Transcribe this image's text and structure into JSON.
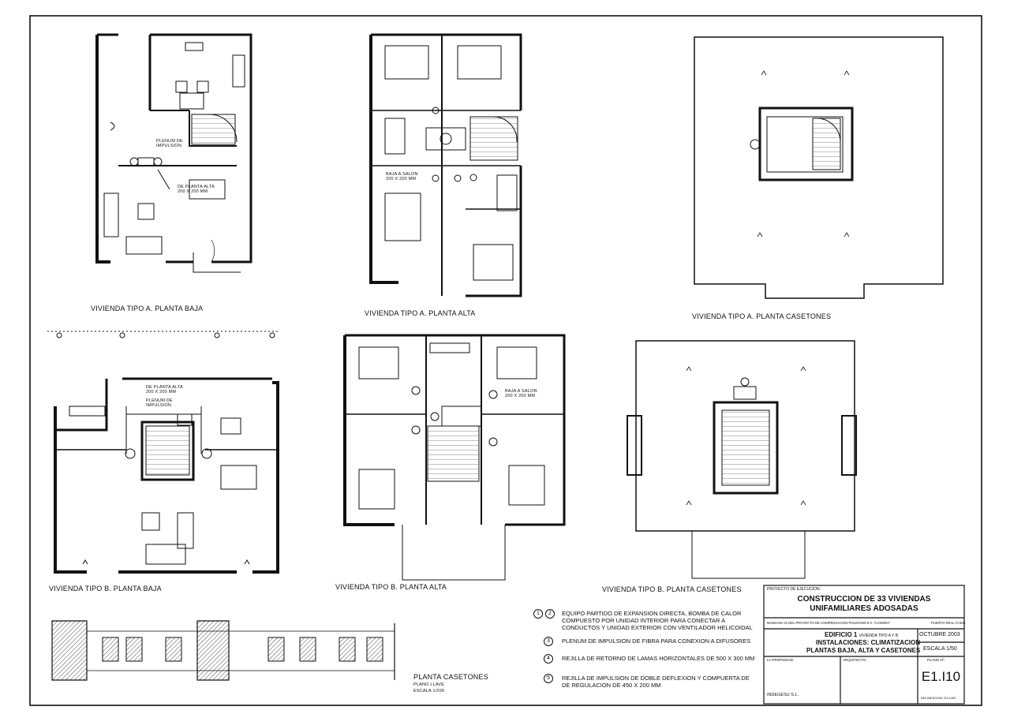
{
  "plan_titles": {
    "a_baja": "VIVIENDA TIPO A. PLANTA BAJA",
    "a_alta": "VIVIENDA TIPO A. PLANTA ALTA",
    "a_casetones": "VIVIENDA TIPO A. PLANTA CASETONES",
    "b_baja": "VIVIENDA TIPO B. PLANTA BAJA",
    "b_alta": "VIVIENDA TIPO B. PLANTA ALTA",
    "b_casetones": "VIVIENDA TIPO B. PLANTA CASETONES"
  },
  "annotations": {
    "plenum_a": "PLENUM DE IMPULSION",
    "de_planta_alta_a": "DE PLANTA ALTA 200 x 200 mm",
    "baja_a_salon_a": "BAJA A SALON 200 x 200 mm",
    "de_planta_alta_b": "DE PLANTA ALTA 200 x 200 mm",
    "plenum_b": "PLENUM DE IMPULSION",
    "baja_a_salon_b": "BAJA A SALON 200 x 200 mm"
  },
  "key_plan": {
    "title": "PLANTA CASETONES",
    "subtitle": "PLANO LLAVE",
    "scale": "ESCALA 1/200"
  },
  "legend": [
    {
      "numbers": [
        "1",
        "2"
      ],
      "text": [
        "EQUIPO PARTIDO DE EXPANSION DIRECTA, BOMBA DE CALOR",
        "COMPUESTO POR UNIDAD INTERIOR PARA CONECTAR A",
        "CONDUCTOS Y UNIDAD EXTERIOR CON VENTILADOR HELICOIDAL"
      ]
    },
    {
      "numbers": [
        "3"
      ],
      "text": [
        "PLENUM DE IMPULSION DE FIBRA PARA CONEXION A DIFUSORES"
      ]
    },
    {
      "numbers": [
        "4"
      ],
      "text": [
        "REJILLA DE RETORNO DE LAMAS HORIZONTALES DE 500 x 300 mm"
      ]
    },
    {
      "numbers": [
        "5"
      ],
      "text": [
        "REJILLA DE IMPULSION DE DOBLE DEFLEXION Y COMPUERTA DE",
        "DE REGULACION DE 450 x 200 mm"
      ]
    }
  ],
  "title_block": {
    "project_label": "PROYECTO DE EJECUCION:",
    "project_title_1": "CONSTRUCCION DE 33 VIVIENDAS",
    "project_title_2": "UNIFAMILIARES ADOSADAS",
    "location": "MANZANA 22 DEL PROYECTO DE COMPENSACION POLIGONO 8-C \"CASINES\"",
    "city": "PUERTO REAL-CADIZ",
    "edificio": "EDIFICIO 1",
    "edificio_sub": "VIVIENDA TIPO A Y B",
    "instalaciones": "INSTALACIONES: CLIMATIZACION",
    "plantas": "PLANTAS BAJA, ALTA Y CASETONES",
    "date": "OCTUBRE 2003",
    "scale": "ESCALA 1/50",
    "propiedad_label": "LA PROPIEDAD:",
    "arquitecto_label": "ARQUITECTO:",
    "plano_label": "PLANO Nº:",
    "plano_num": "E1.I10",
    "owner": "INDEGESU S.L.",
    "delineacion": "DELINEACION: D3-CAD"
  }
}
